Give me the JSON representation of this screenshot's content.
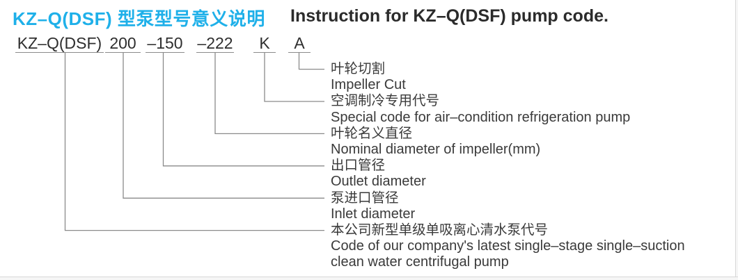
{
  "header": {
    "title_cn": "KZ–Q(DSF) 型泵型号意义说明",
    "title_en": "Instruction for KZ–Q(DSF) pump code.",
    "accent_color": "#1fb0e9"
  },
  "code_row": {
    "segments": [
      {
        "text": "KZ–Q(DSF)"
      },
      {
        "text": "200"
      },
      {
        "text": "–150"
      },
      {
        "text": "–222"
      },
      {
        "text": "K"
      },
      {
        "text": "A"
      }
    ]
  },
  "legend": {
    "lines": [
      {
        "lang": "cn",
        "text": "叶轮切割"
      },
      {
        "lang": "en",
        "text": "Impeller Cut"
      },
      {
        "lang": "cn",
        "text": "空调制冷专用代号"
      },
      {
        "lang": "en",
        "text": "Special code for air–condition refrigeration pump"
      },
      {
        "lang": "cn",
        "text": "叶轮名义直径"
      },
      {
        "lang": "en",
        "text": "Nominal diameter of impeller(mm)"
      },
      {
        "lang": "cn",
        "text": "出口管径"
      },
      {
        "lang": "en",
        "text": "Outlet diameter"
      },
      {
        "lang": "cn",
        "text": "泵进口管径"
      },
      {
        "lang": "en",
        "text": "Inlet diameter"
      },
      {
        "lang": "cn",
        "text": "本公司新型单级单吸离心清水泵代号"
      },
      {
        "lang": "en",
        "text": "Code of our company's latest single–stage single–suction"
      },
      {
        "lang": "en",
        "text": "clean water centrifugal pump"
      }
    ]
  },
  "colors": {
    "connector_line": "#8a8a8a",
    "body_text": "#3a3a3a",
    "title_text": "#2b2b2b"
  }
}
